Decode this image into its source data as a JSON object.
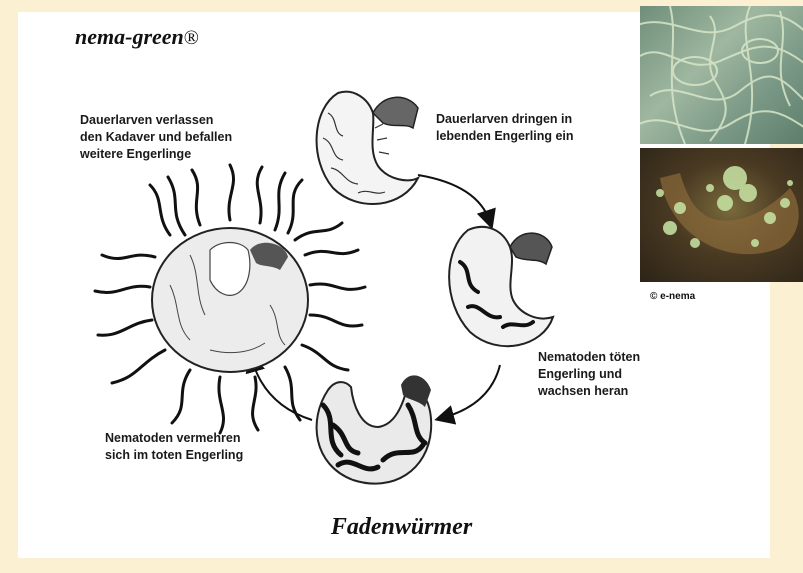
{
  "brand": {
    "name": "nema-green",
    "registered": "®"
  },
  "labels": {
    "leave": [
      "Dauerlarven verlassen",
      "den Kadaver und befallen",
      "weitere Engerlinge"
    ],
    "penetrate": [
      "Dauerlarven dringen  in",
      "lebenden Engerling ein"
    ],
    "kill": [
      "Nematoden töten",
      "Engerling und",
      "wachsen heran"
    ],
    "multiply": [
      "Nematoden vermehren",
      "sich im toten Engerling"
    ]
  },
  "caption": "Fadenwürmer",
  "photo_credit": "© e-nema"
}
